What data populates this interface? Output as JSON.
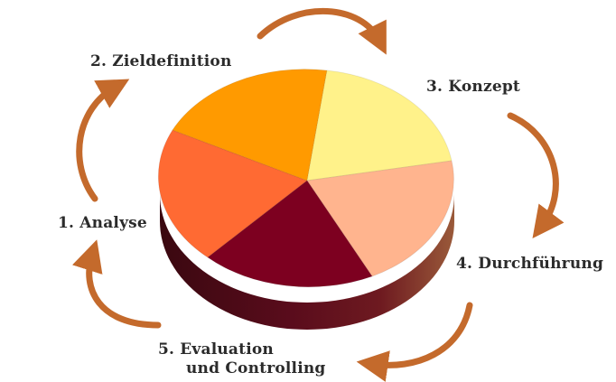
{
  "diagram": {
    "steps": [
      {
        "label": "1. Analyse",
        "color": "#ff6a33"
      },
      {
        "label": "2. Zieldefinition",
        "color": "#ff9a00"
      },
      {
        "label": "3. Konzept",
        "color": "#fff28a"
      },
      {
        "label": "4. Durchführung",
        "color": "#ffb48e"
      },
      {
        "label": "5. Evaluation",
        "label_line2": "und Controlling",
        "color": "#7d0020"
      }
    ],
    "arrow_color": "#c46a2c",
    "pie_side_color": "#4a0a14"
  }
}
